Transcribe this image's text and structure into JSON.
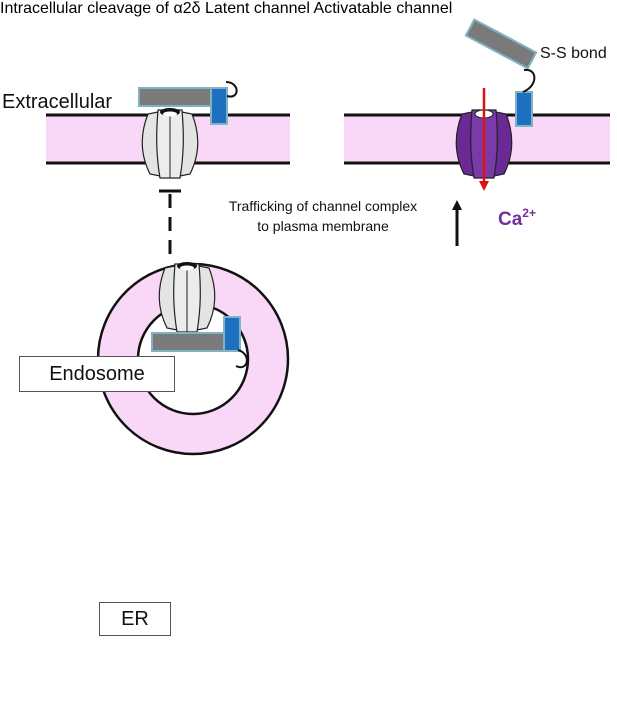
{
  "labels": {
    "extracellular": "Extracellular",
    "ss_bond": "S-S bond",
    "trafficking_line1": "Trafficking of channel complex",
    "trafficking_line2": "to plasma membrane",
    "calcium_base": "Ca",
    "calcium_sup": "2+",
    "cleavage_line1": "Intracellular",
    "cleavage_line2_pre": "cleavage",
    "cleavage_line2_of": "of",
    "cleavage_alpha": "α",
    "cleavage_sub": "2",
    "cleavage_delta": "δ",
    "endosome": "Endosome",
    "er": "ER",
    "latent_line1": "Latent",
    "latent_line2": "channel",
    "activatable_line1": "Activatable",
    "activatable_line2": "channel"
  },
  "colors": {
    "membrane_fill": "#f9d8f7",
    "membrane_stroke": "#111111",
    "latent_fill": "#e4e4e4",
    "activatable_fill": "#6a2a96",
    "subunit_gray": "#7a7a7a",
    "subunit_blue": "#1d6fbf",
    "calcium_text": "#7030a0",
    "calcium_arrow": "#dd1111"
  }
}
